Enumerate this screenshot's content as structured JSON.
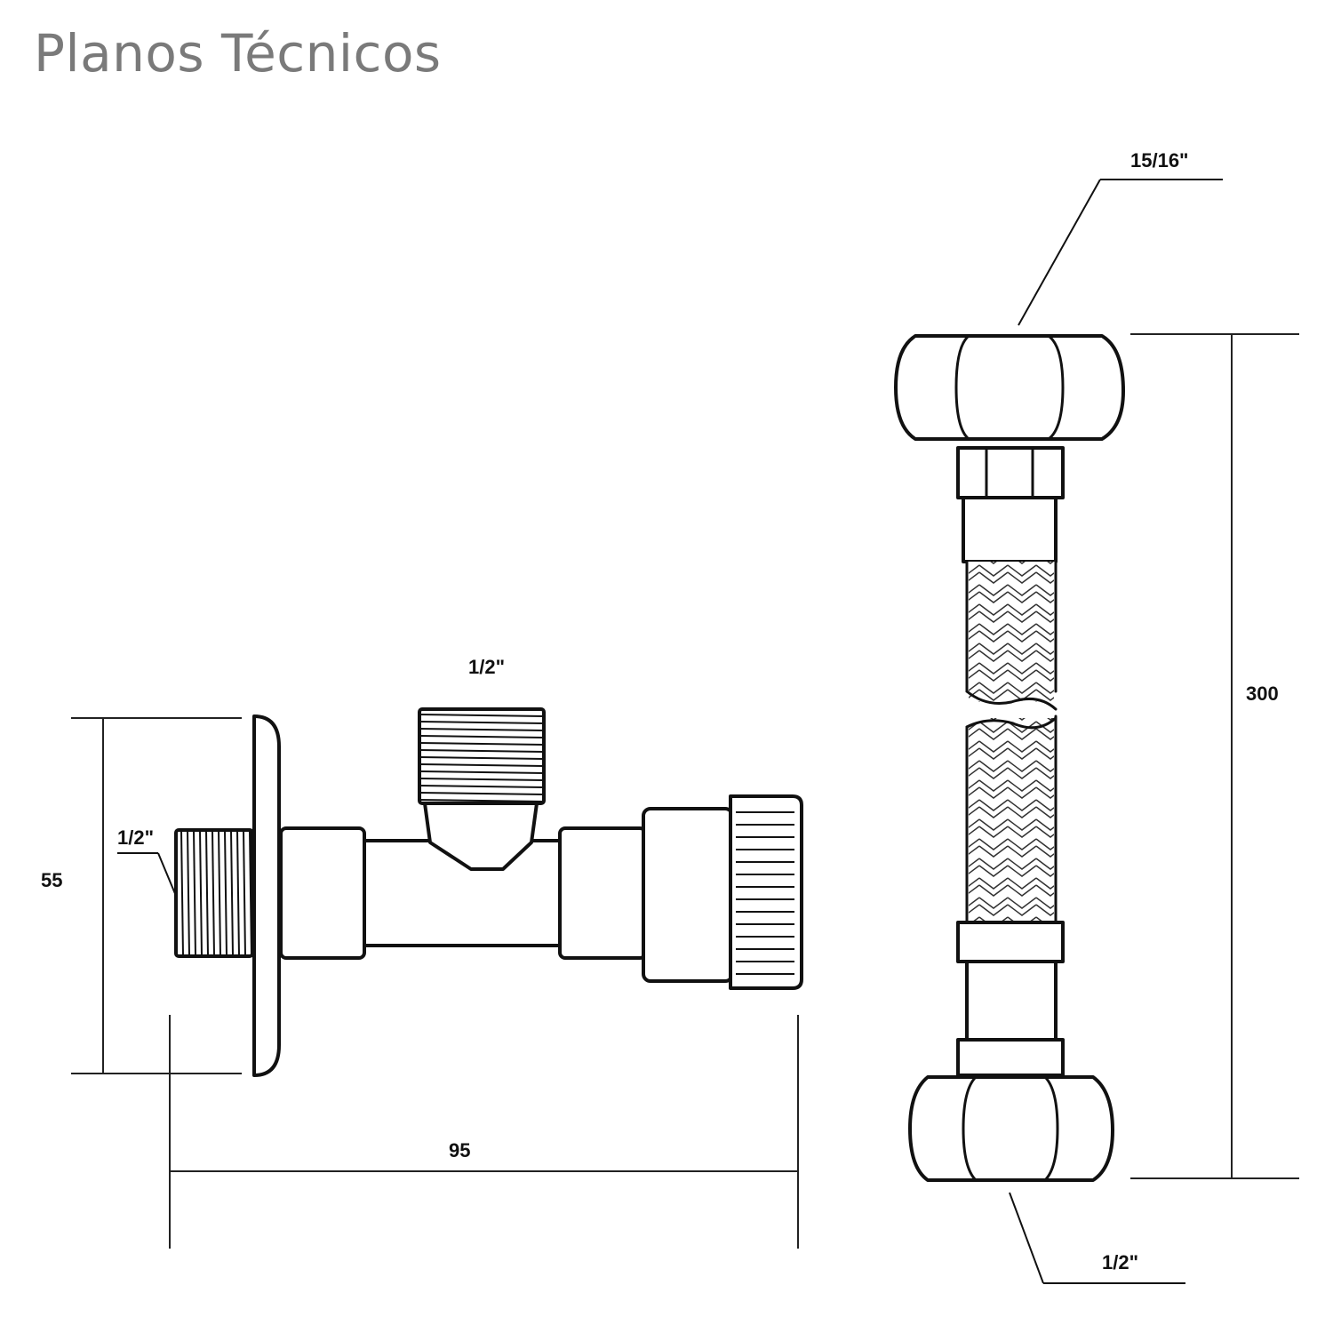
{
  "title": "Planos Técnicos",
  "valve": {
    "top_thread_label": "1/2\"",
    "wall_thread_label": "1/2\"",
    "height_label": "55",
    "width_label": "95"
  },
  "hose": {
    "top_nut_label": "15/16\"",
    "length_label": "300",
    "bottom_nut_label": "1/2\""
  }
}
